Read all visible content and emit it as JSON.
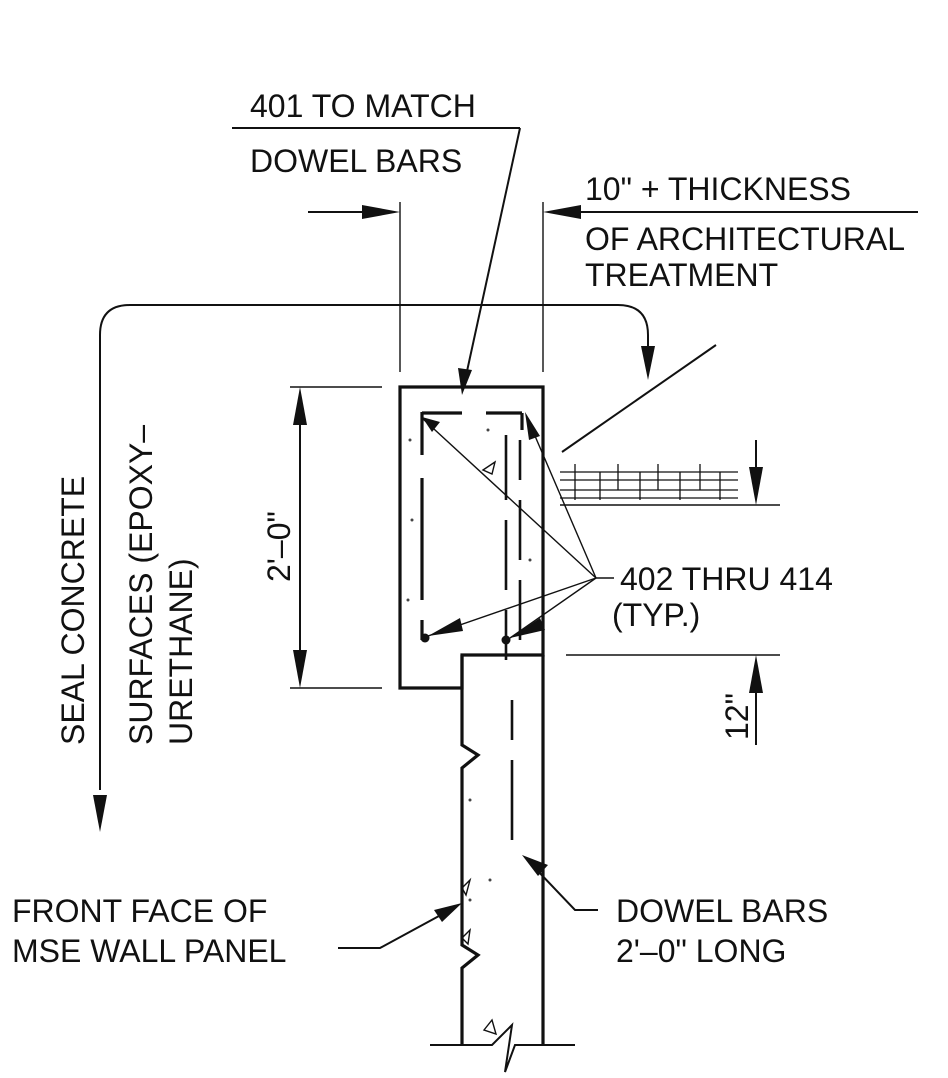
{
  "labels": {
    "dowel_bar_callout_line1": "401 TO MATCH",
    "dowel_bar_callout_line2": "DOWEL BARS",
    "width_dim_line1": "10\" + THICKNESS",
    "width_dim_line2": "OF ARCHITECTURAL",
    "width_dim_line3": "TREATMENT",
    "seal_line1": "SEAL CONCRETE",
    "seal_line2": "SURFACES (EPOXY–",
    "seal_line3": "URETHANE)",
    "height_dim": "2'–0\"",
    "bars_line1": "402 THRU 414",
    "bars_line2": "(TYP.)",
    "embed_dim": "12\"",
    "front_face_line1": "FRONT FACE OF",
    "front_face_line2": "MSE WALL PANEL",
    "dowel_line1": "DOWEL BARS",
    "dowel_line2": "2'–0\" LONG"
  },
  "colors": {
    "ink": "#111111",
    "paper": "#ffffff"
  }
}
